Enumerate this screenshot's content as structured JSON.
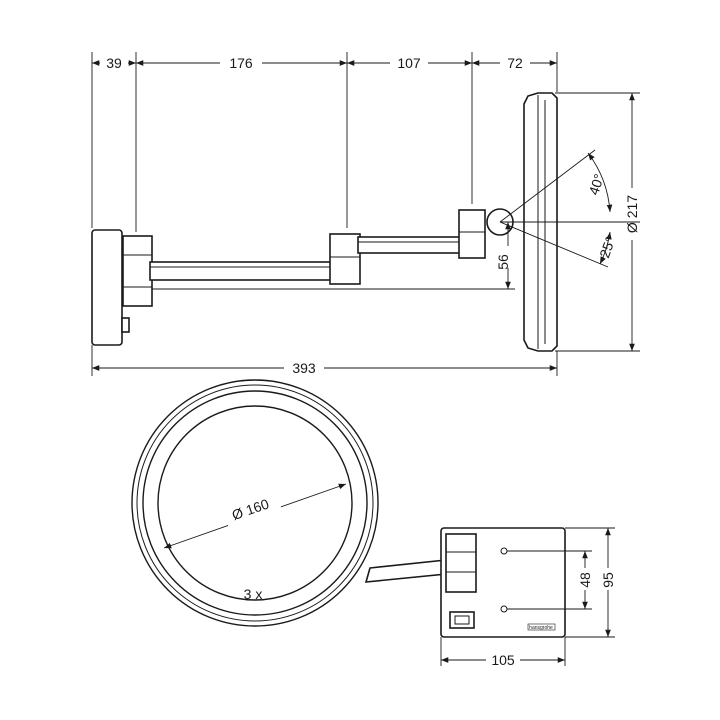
{
  "side_view": {
    "dim_top": [
      "39",
      "176",
      "107",
      "72"
    ],
    "dim_total": "393",
    "dim_height": "56",
    "dim_diameter": "Ø 217",
    "angle_up": "40°",
    "angle_down": "25°"
  },
  "front_view": {
    "mirror_diameter": "Ø 160",
    "magnification": "3 x",
    "dim_width": "105",
    "dim_height_outer": "95",
    "dim_height_inner": "48",
    "brand_label": "hansgrohe"
  }
}
